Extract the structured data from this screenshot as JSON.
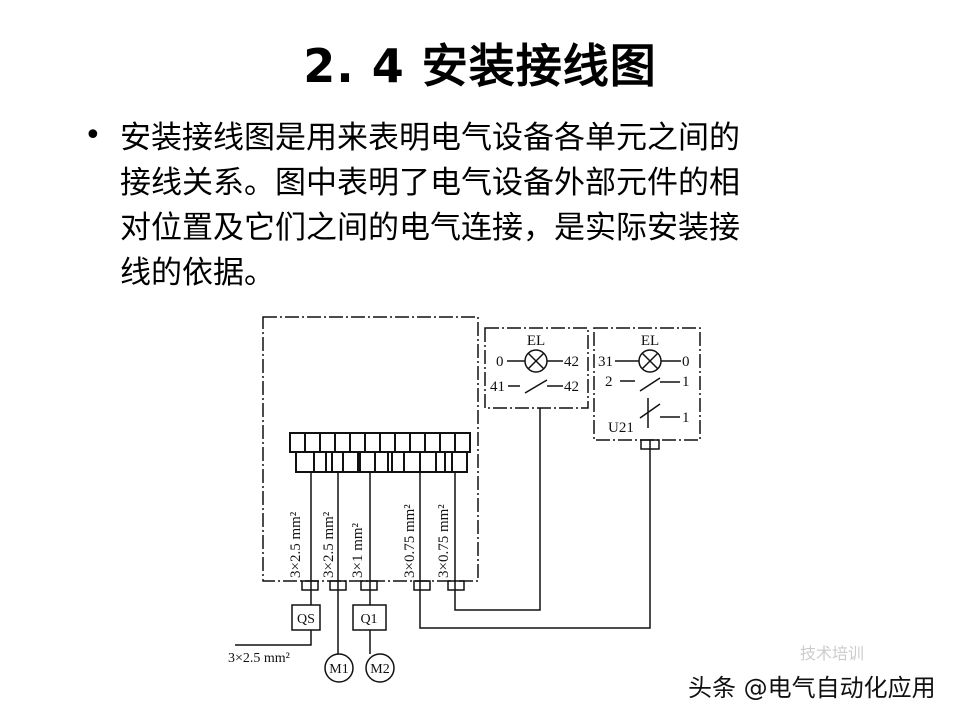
{
  "slide": {
    "title": "2. 4  安装接线图",
    "bullet": "•",
    "body_lines": [
      "安装接线图是用来表明电气设备各单元之间的",
      "接线关系。图中表明了电气设备外部元件的相",
      "对位置及它们之间的电气连接，是实际安装接",
      "线的依据。"
    ]
  },
  "diagram": {
    "cable_labels": [
      "3×2.5 mm²",
      "3×2.5 mm²",
      "3×1 mm²",
      "3×0.75 mm²",
      "3×0.75 mm²"
    ],
    "supply_label": "3×2.5 mm²",
    "components": {
      "qs": "QS",
      "q1": "Q1",
      "m1": "M1",
      "m2": "M2"
    },
    "box1": {
      "lamp": "EL",
      "left_top": "0",
      "right_top": "42",
      "left_bottom": "41",
      "right_bottom": "42"
    },
    "box2": {
      "lamp": "EL",
      "left_top": "31",
      "right_top": "0",
      "left_mid": "2",
      "right_mid": "1",
      "right_bottom": "1",
      "switch": "U21"
    }
  },
  "watermark": {
    "text": "头条 @电气自动化应用",
    "sub": "技术培训"
  }
}
